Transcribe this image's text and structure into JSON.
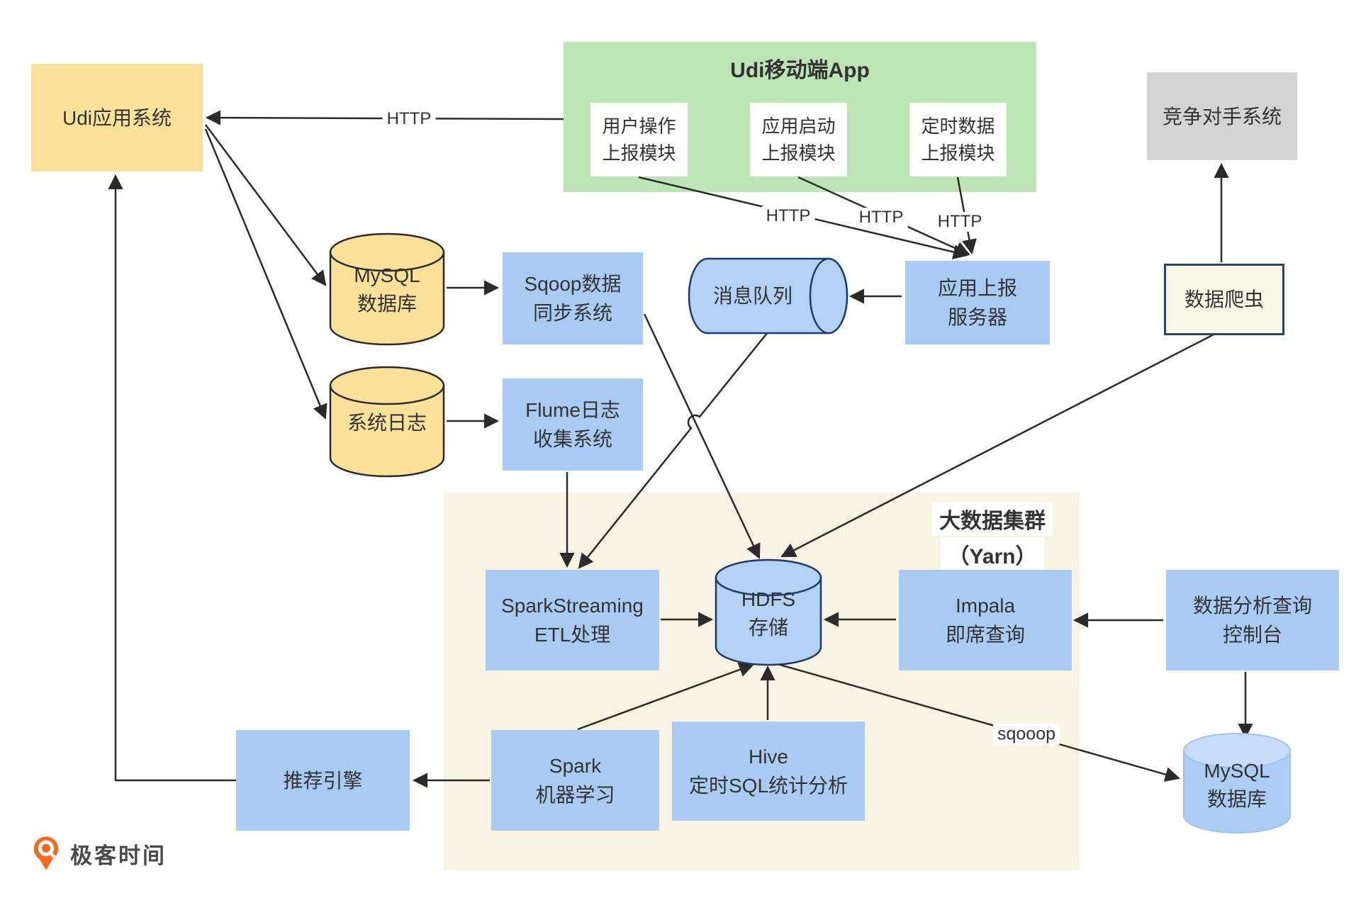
{
  "nodes": {
    "udi_app": {
      "label": "Udi应用系统"
    },
    "mobile_app": {
      "title": "Udi移动端App"
    },
    "module_user_action": {
      "line1": "用户操作",
      "line2": "上报模块"
    },
    "module_app_launch": {
      "line1": "应用启动",
      "line2": "上报模块"
    },
    "module_timed_data": {
      "line1": "定时数据",
      "line2": "上报模块"
    },
    "competitor": {
      "label": "竞争对手系统"
    },
    "mysql_source": {
      "line1": "MySQL",
      "line2": "数据库"
    },
    "syslog": {
      "label": "系统日志"
    },
    "sqoop_sync": {
      "line1": "Sqoop数据",
      "line2": "同步系统"
    },
    "flume": {
      "line1": "Flume日志",
      "line2": "收集系统"
    },
    "msg_queue": {
      "label": "消息队列"
    },
    "report_server": {
      "line1": "应用上报",
      "line2": "服务器"
    },
    "crawler": {
      "label": "数据爬虫"
    },
    "cluster": {
      "line1": "大数据集群",
      "line2": "（Yarn）"
    },
    "spark_streaming": {
      "line1": "SparkStreaming",
      "line2": "ETL处理"
    },
    "hdfs": {
      "line1": "HDFS",
      "line2": "存储"
    },
    "impala": {
      "line1": "Impala",
      "line2": "即席查询"
    },
    "query_console": {
      "line1": "数据分析查询",
      "line2": "控制台"
    },
    "recommend_engine": {
      "label": "推荐引擎"
    },
    "spark_ml": {
      "line1": "Spark",
      "line2": "机器学习"
    },
    "hive": {
      "line1": "Hive",
      "line2": "定时SQL统计分析"
    },
    "mysql_result": {
      "line1": "MySQL",
      "line2": "数据库"
    }
  },
  "edge_labels": {
    "http_main": "HTTP",
    "http_user": "HTTP",
    "http_launch": "HTTP",
    "http_timed": "HTTP",
    "sqooop": "sqooop"
  },
  "footer": {
    "brand": "极客时间"
  },
  "colors": {
    "yellow": "#FAE099",
    "green": "#BCE4B5",
    "blue": "#A9CBF3",
    "gray": "#D4D4D4",
    "beige": "#F8F3E2",
    "cream": "#FAF6E6",
    "navy_border": "#2E4467",
    "cylinder_border": "#1E3A67",
    "line": "#2B2B2B",
    "brand_orange": "#F26A1F"
  }
}
